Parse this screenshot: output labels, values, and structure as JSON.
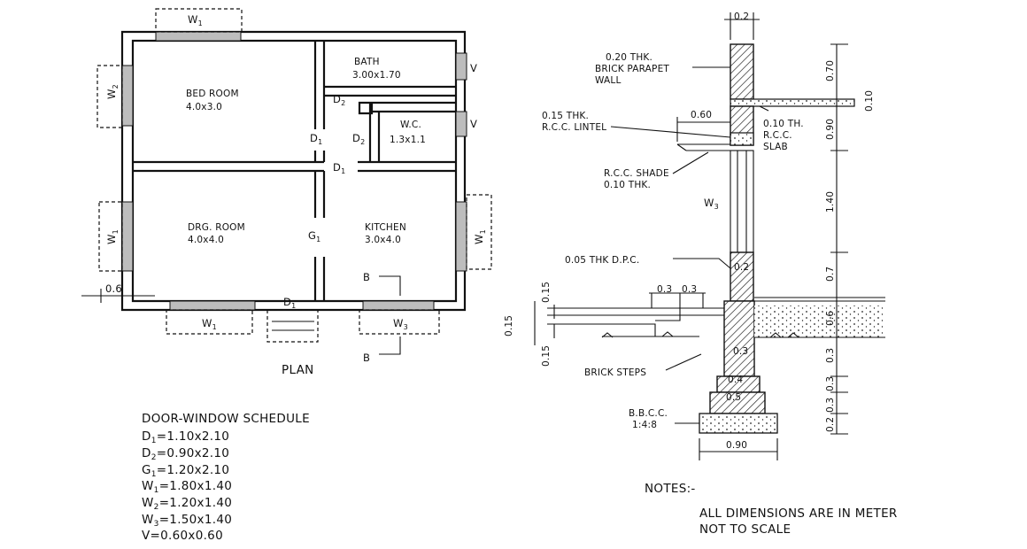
{
  "plan": {
    "title": "PLAN",
    "rooms": [
      {
        "name": "BED ROOM",
        "size": "4.0x3.0"
      },
      {
        "name": "BATH",
        "size": "3.00x1.70"
      },
      {
        "name": "W.C.",
        "size": "1.3x1.1"
      },
      {
        "name": "DRG. ROOM",
        "size": "4.0x4.0"
      },
      {
        "name": "KITCHEN",
        "size": "3.0x4.0"
      }
    ],
    "openings": {
      "w1": "W",
      "w2": "W",
      "w3": "W",
      "v": "V",
      "d1": "D",
      "d2": "D",
      "g1": "G",
      "sub1": "1",
      "sub2": "2",
      "sub3": "3"
    },
    "section_marks": [
      "B",
      "B"
    ],
    "dim_left": "0.6"
  },
  "schedule": {
    "title": "DOOR-WINDOW SCHEDULE",
    "items": [
      {
        "code": "D",
        "sub": "1",
        "value": "=1.10x2.10"
      },
      {
        "code": "D",
        "sub": "2",
        "value": "=0.90x2.10"
      },
      {
        "code": "G",
        "sub": "1",
        "value": "=1.20x2.10"
      },
      {
        "code": "W",
        "sub": "1",
        "value": "=1.80x1.40"
      },
      {
        "code": "W",
        "sub": "2",
        "value": "=1.20x1.40"
      },
      {
        "code": "W",
        "sub": "3",
        "value": "=1.50x1.40"
      },
      {
        "code": "V",
        "sub": "",
        "value": "=0.60x0.60"
      }
    ]
  },
  "section": {
    "labels": {
      "parapet_1": "0.20 THK.",
      "parapet_2": "BRICK PARAPET",
      "parapet_3": "WALL",
      "lintel_1": "0.15 THK.",
      "lintel_2": "R.C.C. LINTEL",
      "slab_1": "0.10 TH.",
      "slab_2": "R.C.C.",
      "slab_3": "SLAB",
      "shade_1": "R.C.C. SHADE",
      "shade_2": "0.10  THK.",
      "window": "W",
      "window_sub": "3",
      "dpc": "0.05 THK D.P.C.",
      "steps": "BRICK STEPS",
      "bbcc_1": "B.B.C.C.",
      "bbcc_2": "1:4:8"
    },
    "dims": {
      "top_width": "0.2",
      "shade_proj": "0.60",
      "step_1": "0.3",
      "step_2": "0.3",
      "wall_2": "0.2",
      "plinth_step_1": "0.15",
      "plinth_step_2": "0.15",
      "plinth": "0.15",
      "foot_3": "0.3",
      "foot_4": "0.4",
      "foot_5": "0.5",
      "base": "0.90",
      "v1": "0.70",
      "v2": "0.10",
      "v3": "0.90",
      "v4": "1.40",
      "v5": "0.7",
      "v6": "0.6",
      "v7": "0.3",
      "v8": "0.3",
      "v9": "0.3",
      "v10": "0.2"
    }
  },
  "notes": {
    "title": "NOTES:-",
    "line1": "ALL DIMENSIONS ARE IN METER",
    "line2": "NOT TO SCALE"
  }
}
